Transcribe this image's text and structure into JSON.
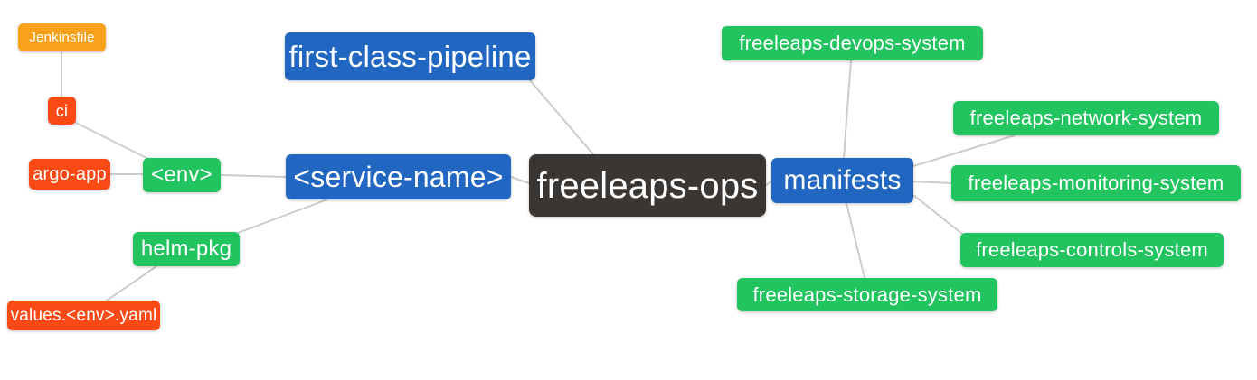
{
  "diagram": {
    "root": {
      "label": "freeleaps-ops"
    },
    "nodes": {
      "first_class_pipeline": {
        "label": "first-class-pipeline"
      },
      "service_name": {
        "label": "<service-name>"
      },
      "env": {
        "label": "<env>"
      },
      "ci": {
        "label": "ci"
      },
      "jenkinsfile": {
        "label": "Jenkinsfile"
      },
      "argo_app": {
        "label": "argo-app"
      },
      "helm_pkg": {
        "label": "helm-pkg"
      },
      "values_yaml": {
        "label": "values.<env>.yaml"
      },
      "manifests": {
        "label": "manifests"
      },
      "devops_system": {
        "label": "freeleaps-devops-system"
      },
      "network_system": {
        "label": "freeleaps-network-system"
      },
      "monitoring_system": {
        "label": "freeleaps-monitoring-system"
      },
      "controls_system": {
        "label": "freeleaps-controls-system"
      },
      "storage_system": {
        "label": "freeleaps-storage-system"
      }
    },
    "colors": {
      "blue": "#2166c0",
      "green": "#21c45f",
      "red": "#fc4a16",
      "orange": "#f9a11b",
      "dark": "#3a3633",
      "edge": "#cccccc"
    }
  }
}
